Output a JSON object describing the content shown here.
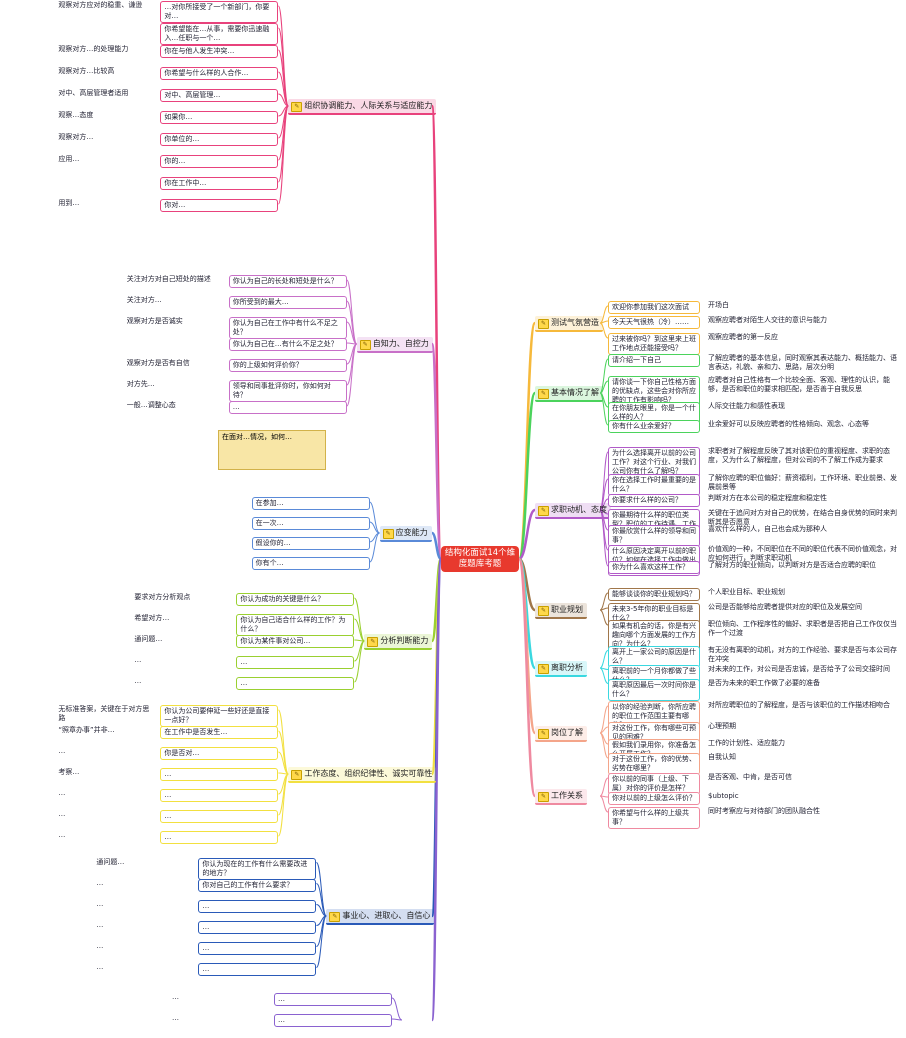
{
  "center": {
    "label": "结构化面试14个维度题库考题"
  },
  "right_branches": [
    {
      "id": "r1",
      "label": "测试气氛营造",
      "color": "#f6b93b",
      "items": [
        {
          "q": "欢迎你参加我们这次面试",
          "a": "开场白"
        },
        {
          "q": "今天天气很热（冷）……",
          "a": "观察应聘者对陌生人交往的意识与能力"
        },
        {
          "q": "过来被你吗？到这里来上班工作地点还能接受吗？",
          "a": "观察应聘者的第一反应"
        }
      ]
    },
    {
      "id": "r2",
      "label": "基本情况了解",
      "color": "#4bd35c",
      "items": [
        {
          "q": "请介绍一下自己",
          "a": "了解应聘者的基本信息，同时观察其表达能力、概括能力、语言表达，礼貌、亲和力、思路，层次分明"
        },
        {
          "q": "请你谈一下你自己性格方面的优缺点，这些会对你所应聘的工作有影响吗？",
          "a": "应聘者对自己性格有一个比较全面、客观、理性的认识，能够，是否和职位的要求相匹配，是否善于自我反思"
        },
        {
          "q": "在你朋友眼里，你是一个什么样的人？",
          "a": "人际交往能力和感性表现"
        },
        {
          "q": "你有什么业余爱好？",
          "a": "业余爱好可以反映应聘者的性格倾向、观念、心态等"
        }
      ]
    },
    {
      "id": "r3",
      "label": "求职动机、态度",
      "color": "#b15ac8",
      "items": [
        {
          "q": "为什么选择离开以前的公司工作？对这个行业、对我们公司你有什么了解吗？",
          "a": "求职者对了解程度反映了其对该职位的重视程度、求职的态度，又为什么了解程度，但对公司的不了解工作成为要求"
        },
        {
          "q": "你在选择工作时最重要的是什么？",
          "a": "了解你应聘的职位偏好：薪资福利，工作环境、职业前景、发展前景等"
        },
        {
          "q": "你要求什么样的公司？",
          "a": "判断对方在本公司的稳定程度和稳定性"
        },
        {
          "q": "你最期待什么样的职位类型？职位的工作待遇、工作环境、工作强度等等等",
          "a": "关键在于追问对方对自己的优势，在结合自身优势的同时来判断其是否愿意"
        },
        {
          "q": "你最欣赏什么样的领导和同事？",
          "a": "喜欢什么样的人，自己也会成为那种人"
        },
        {
          "q": "什么原因决定离开以前的职位？如何在选择工作中做出决定？",
          "a": "价值观的一种，不同职位在不同的职位代表不同价值观念，对应如何进行，判断求职动机"
        },
        {
          "q": "你为什么喜欢这样工作？",
          "a": "了解对方的职业倾向，以判断对方是否适合应聘的职位"
        }
      ]
    },
    {
      "id": "r4",
      "label": "职业规划",
      "color": "#a0764a",
      "items": [
        {
          "q": "能够谈谈你的职业规划吗？",
          "a": "个人职业目标、职业规划"
        },
        {
          "q": "未来3-5年你的职业目标是什么？",
          "a": "公司是否能够给应聘者提供对应的职位及发展空间"
        },
        {
          "q": "如果有机会的话，你是有兴趣向哪个方面发展的工作方向？为什么？",
          "a": "职位倾向、工作程序性的偏好、求职者是否把自己工作仅仅当作一个过渡"
        }
      ]
    },
    {
      "id": "r5",
      "label": "离职分析",
      "color": "#3ad8e0",
      "items": [
        {
          "q": "离开上一家公司的原因是什么？",
          "a": "有无没有离职的动机，对方的工作经验、要求是否与本公司存在冲突"
        },
        {
          "q": "离职前的一个月你都做了些什么？",
          "a": "对未来的工作，对公司是否忠诚，是否给予了公司交接时间"
        },
        {
          "q": "离职原因最后一次时间你是什么？",
          "a": "是否为未来的职工作做了必要的准备"
        }
      ]
    },
    {
      "id": "r6",
      "label": "岗位了解",
      "color": "#f4a58a",
      "items": [
        {
          "q": "以你的经验判断，你所应聘的职位工作范围主要有哪些？",
          "a": "对所应聘职位的了解程度，是否与该职位的工作描述相吻合"
        },
        {
          "q": "对这份工作，你有哪些可预见的困难？",
          "a": "心理预期"
        },
        {
          "q": "假如我们录用你，你准备怎么开展工作？",
          "a": "工作的计划性、适应能力"
        },
        {
          "q": "对于这份工作，你的优势、劣势在哪里？",
          "a": "自我认知"
        }
      ]
    },
    {
      "id": "r7",
      "label": "工作关系",
      "color": "#ef8aa0",
      "items": [
        {
          "q": "你以前的同事（上级、下属）对你的评价是怎样？",
          "a": "是否客观、中肯，是否可信"
        },
        {
          "q": "你对以前的上级怎么评价？",
          "a": "$ubtopic"
        },
        {
          "q": "你希望与什么样的上级共事？",
          "a": "同时考察应与对待部门的团队融合性"
        }
      ]
    }
  ],
  "left_branches": [
    {
      "id": "l1",
      "label": "组织协调能力、人际关系与适应能力",
      "color": "#e8427c",
      "items": [
        {
          "q": "…对你所接受了一个新部门，你要对…",
          "a": "观察对方应对的稳重、谦逊"
        },
        {
          "q": "你希望能在…从事，需要你迅速融入…任职与一个…",
          "a": ""
        },
        {
          "q": "你在与他人发生冲突…",
          "a": "观察对方…的处理能力"
        },
        {
          "q": "你希望与什么样的人合作…",
          "a": "观察对方…比较高"
        },
        {
          "q": "对中、高层管理…",
          "a": "对中、高层管理者适用"
        },
        {
          "q": "如果你…",
          "a": "观察…态度"
        },
        {
          "q": "你单位的…",
          "a": "观察对方…"
        },
        {
          "q": "你的…",
          "a": "应用…"
        },
        {
          "q": "你在工作中…",
          "a": ""
        },
        {
          "q": "你对…",
          "a": "用到…"
        }
      ]
    },
    {
      "id": "l2",
      "label": "自知力、自控力",
      "color": "#c870c8",
      "items": [
        {
          "q": "你认为自己的长处和短处是什么？",
          "a": "关注对方对自己短处的描述"
        },
        {
          "q": "你所受到的最大…",
          "a": "关注对方…"
        },
        {
          "q": "你认为自己在工作中有什么不足之处？",
          "a": "观察对方是否诚实"
        },
        {
          "q": "你认为自己在…有什么不足之处？",
          "a": ""
        },
        {
          "q": "你的上级如何评价你？",
          "a": "观察对方是否有自信"
        },
        {
          "q": "领导和同事批评你时，你如何对待？",
          "a": "对方先…"
        },
        {
          "q": "…",
          "a": "一般…调整心态"
        }
      ]
    },
    {
      "id": "l3",
      "label": "应变能力",
      "color": "#5a8ad8",
      "items": [
        {
          "q": "在参加…",
          "a": ""
        },
        {
          "q": "在一次…",
          "a": ""
        },
        {
          "q": "假设你的…",
          "a": ""
        },
        {
          "q": "你有个…",
          "a": ""
        }
      ]
    },
    {
      "id": "l4",
      "label": "分析判断能力",
      "color": "#9ad030",
      "items": [
        {
          "q": "你认为成功的关键是什么？",
          "a": "要求对方分析观点"
        },
        {
          "q": "你认为自己适合什么样的工作？为什么？",
          "a": "希望对方…"
        },
        {
          "q": "你认为某件事对公司…",
          "a": "通问题…"
        },
        {
          "q": "…",
          "a": "…"
        },
        {
          "q": "…",
          "a": "…"
        }
      ]
    },
    {
      "id": "l5",
      "label": "工作态度、组织纪律性、诚实可靠性",
      "color": "#f2e040",
      "items": [
        {
          "q": "你认为公司要伸延一些好还是直接一点好？",
          "a": "无标准答案，关键在于对方思路"
        },
        {
          "q": "在工作中是否发生…",
          "a": "“照章办事”并非…"
        },
        {
          "q": "你是否对…",
          "a": "…"
        },
        {
          "q": "…",
          "a": "考察…"
        },
        {
          "q": "…",
          "a": "…"
        },
        {
          "q": "…",
          "a": "…"
        },
        {
          "q": "…",
          "a": "…"
        }
      ]
    },
    {
      "id": "l6",
      "label": "事业心、进取心、自信心",
      "color": "#2a5ab8",
      "items": [
        {
          "q": "你认为现在的工作有什么需要改进的地方？",
          "a": "通问题…"
        },
        {
          "q": "你对自己的工作有什么要求？",
          "a": "…"
        },
        {
          "q": "…",
          "a": "…"
        },
        {
          "q": "…",
          "a": "…"
        },
        {
          "q": "…",
          "a": "…"
        },
        {
          "q": "…",
          "a": "…"
        }
      ]
    },
    {
      "id": "l7",
      "label": "",
      "color": "#8a62d0",
      "items": [
        {
          "q": "…",
          "a": "…"
        },
        {
          "q": "…",
          "a": "…"
        },
        {
          "q": "…",
          "a": "…"
        }
      ]
    }
  ],
  "callout": {
    "text": "在面对…情况，如何…"
  }
}
